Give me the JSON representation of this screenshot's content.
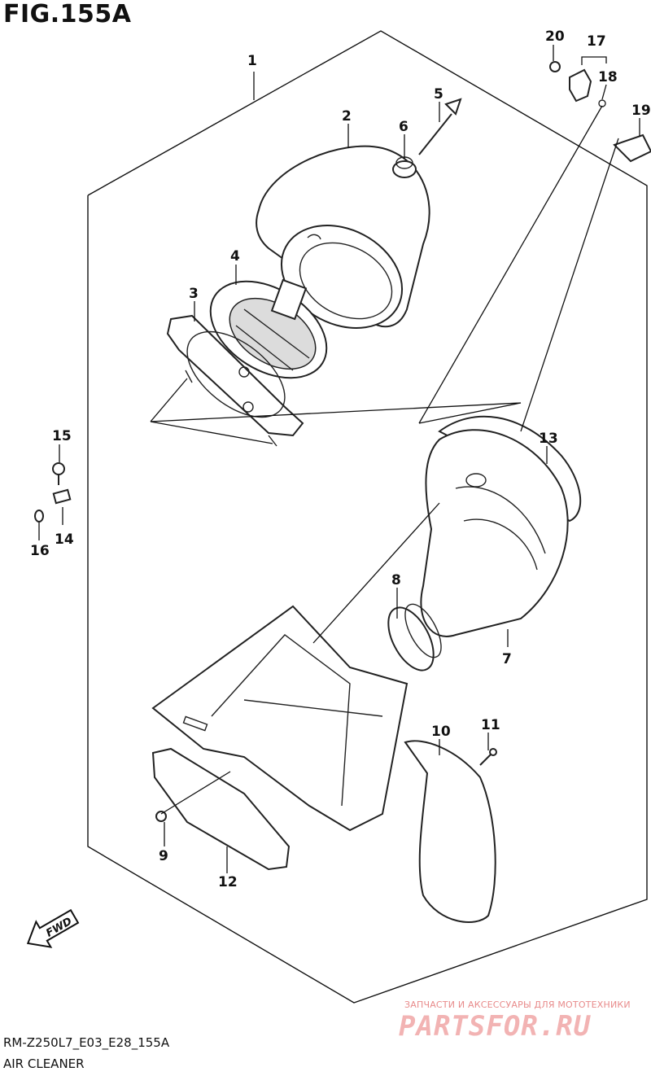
{
  "figure": {
    "title": "FIG.155A",
    "model_code": "RM-Z250L7_E03_E28_155A",
    "section_name": "AIR CLEANER"
  },
  "callouts": [
    {
      "id": "c1",
      "label": "1"
    },
    {
      "id": "c2",
      "label": "2"
    },
    {
      "id": "c3",
      "label": "3"
    },
    {
      "id": "c4",
      "label": "4"
    },
    {
      "id": "c5",
      "label": "5"
    },
    {
      "id": "c6",
      "label": "6"
    },
    {
      "id": "c7",
      "label": "7"
    },
    {
      "id": "c8",
      "label": "8"
    },
    {
      "id": "c9",
      "label": "9"
    },
    {
      "id": "c10",
      "label": "10"
    },
    {
      "id": "c11",
      "label": "11"
    },
    {
      "id": "c12",
      "label": "12"
    },
    {
      "id": "c13",
      "label": "13"
    },
    {
      "id": "c14",
      "label": "14"
    },
    {
      "id": "c15",
      "label": "15"
    },
    {
      "id": "c16",
      "label": "16"
    },
    {
      "id": "c17",
      "label": "17"
    },
    {
      "id": "c18",
      "label": "18"
    },
    {
      "id": "c19",
      "label": "19"
    },
    {
      "id": "c20",
      "label": "20"
    }
  ],
  "direction_arrow": {
    "label": "FWD",
    "icon": "fwd-arrow-icon"
  },
  "watermark": {
    "tagline": "ЗАПЧАСТИ И АКСЕССУАРЫ ДЛЯ МОТОТЕХНИКИ",
    "logo_text": "PARTSFOR.RU",
    "color": "#f2b3b3"
  }
}
